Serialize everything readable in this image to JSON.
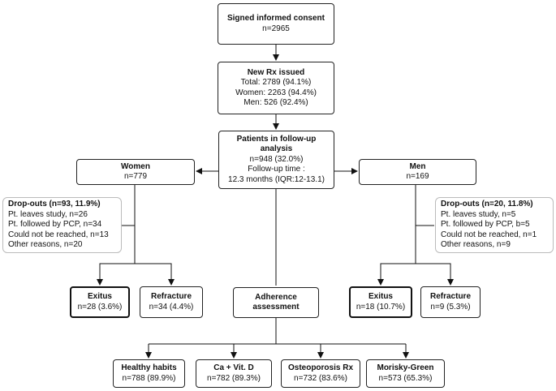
{
  "consent": {
    "title": "Signed informed consent",
    "n": "n=2965"
  },
  "newrx": {
    "title": "New Rx issued",
    "lines": [
      "Total: 2789 (94.1%)",
      "Women: 2263 (94.4%)",
      "Men: 526 (92.4%)"
    ]
  },
  "followup": {
    "title_lines": [
      "Patients in follow-up",
      "analysis"
    ],
    "lines": [
      "n=948 (32.0%)",
      "Follow-up time :",
      "12.3 months (IQR:12-13.1)"
    ]
  },
  "women": {
    "title": "Women",
    "n": "n=779"
  },
  "men": {
    "title": "Men",
    "n": "n=169"
  },
  "dropouts_women": {
    "title": "Drop-outs (n=93, 11.9%)",
    "lines": [
      "Pt. leaves study, n=26",
      "Pt. followed by PCP, n=34",
      "Could not be reached, n=13",
      "Other reasons, n=20"
    ]
  },
  "dropouts_men": {
    "title": "Drop-outs (n=20, 11.8%)",
    "lines": [
      "Pt. leaves study, n=5",
      "Pt. followed by PCP, b=5",
      "Could not be reached, n=1",
      "Other reasons, n=9"
    ]
  },
  "exitus_women": {
    "title": "Exitus",
    "n": "n=28 (3.6%)"
  },
  "refracture_women": {
    "title": "Refracture",
    "n": "n=34 (4.4%)"
  },
  "exitus_men": {
    "title": "Exitus",
    "n": "n=18 (10.7%)"
  },
  "refracture_men": {
    "title": "Refracture",
    "n": "n=9 (5.3%)"
  },
  "adherence": {
    "title_lines": [
      "Adherence",
      "assessment"
    ]
  },
  "healthy": {
    "title": "Healthy habits",
    "n": "n=788 (89.9%)"
  },
  "cavitd": {
    "title": "Ca + Vit. D",
    "n": "n=782 (89.3%)"
  },
  "osteorx": {
    "title": "Osteoporosis Rx",
    "n": "n=732 (83.6%)"
  },
  "morisky": {
    "title": "Morisky-Green",
    "n": "n=573 (65.3%)"
  }
}
